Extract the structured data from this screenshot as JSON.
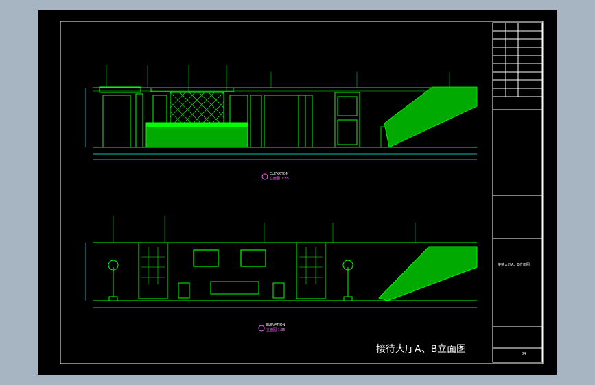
{
  "drawing": {
    "title": "接待大厅A、B立面图",
    "elevation_a": {
      "label": "ELEVATION",
      "sub": "立面图 1:35"
    },
    "elevation_b": {
      "label": "ELEVATION",
      "sub": "立面图 1:35"
    },
    "title_block": {
      "drawing_name": "接待大厅A、B立面图",
      "sheet_no": "04"
    }
  },
  "colors": {
    "background": "#a7b4c1",
    "sheet": "#000000",
    "frame": "#ffffff",
    "lines": "#00ff00",
    "dims": "#00ffff",
    "labels": "#ff66ff"
  }
}
